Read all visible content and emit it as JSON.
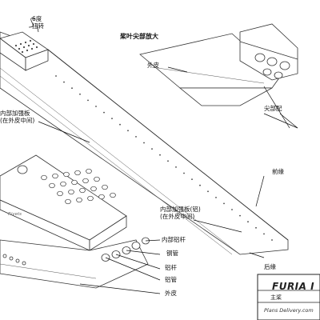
{
  "labels": {
    "top_title": "桨叶尖部放大",
    "degree": "6度",
    "twist": "扭转",
    "outer_skin_top": "外皮",
    "tip_weight": "尖部配",
    "inner_stiffener_left_1": "内部加强板",
    "inner_stiffener_left_2": "(在外皮中间)",
    "leading_edge": "前缘",
    "inner_stiffener_right_1": "内部加强板(铝)",
    "inner_stiffener_right_2": "(在外皮中间)",
    "inner_al_rod": "内部铝杆",
    "steel_tube": "钢管",
    "al_rod": "铝杆",
    "al_tube": "铝管",
    "trailing_edge": "后缘",
    "outer_skin_bottom": "外皮",
    "rivets": "Rivets"
  },
  "title_block": {
    "brand": "FURIA I",
    "sub": "主桨",
    "website": "Plans Delivery.com"
  }
}
